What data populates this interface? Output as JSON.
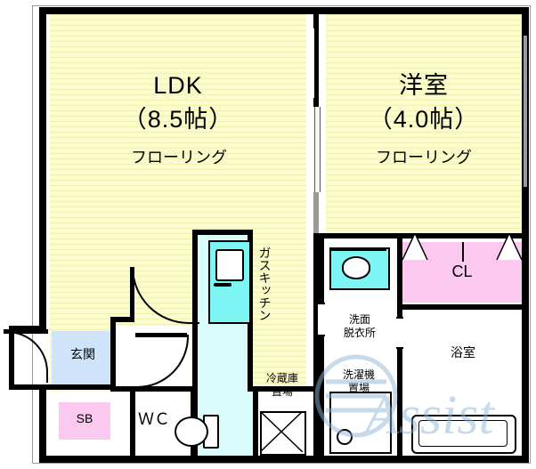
{
  "plan": {
    "rooms": [
      {
        "id": "ldk",
        "name": "LDK",
        "size": "（8.5帖）",
        "material": "フローリング"
      },
      {
        "id": "washitsu",
        "name": "洋室",
        "size": "（4.0帖）",
        "material": "フローリング"
      }
    ],
    "labels": {
      "kitchen": "ガスキッチン",
      "entrance": "玄関",
      "sb": "SB",
      "wc": "ＷＣ",
      "fridge": "冷蔵庫\n置場",
      "washer": "洗濯機\n置場",
      "sanitary": "洗面\n脱衣所",
      "closet": "CL",
      "bath": "浴室"
    },
    "watermark": "Assist",
    "colors": {
      "floor": "#fbfbd0",
      "closet": "#fbc8ef",
      "sb": "#fbc8ef",
      "entrance": "#cfe3fb",
      "water": "#d9fbfb",
      "wall": "#000000"
    }
  }
}
